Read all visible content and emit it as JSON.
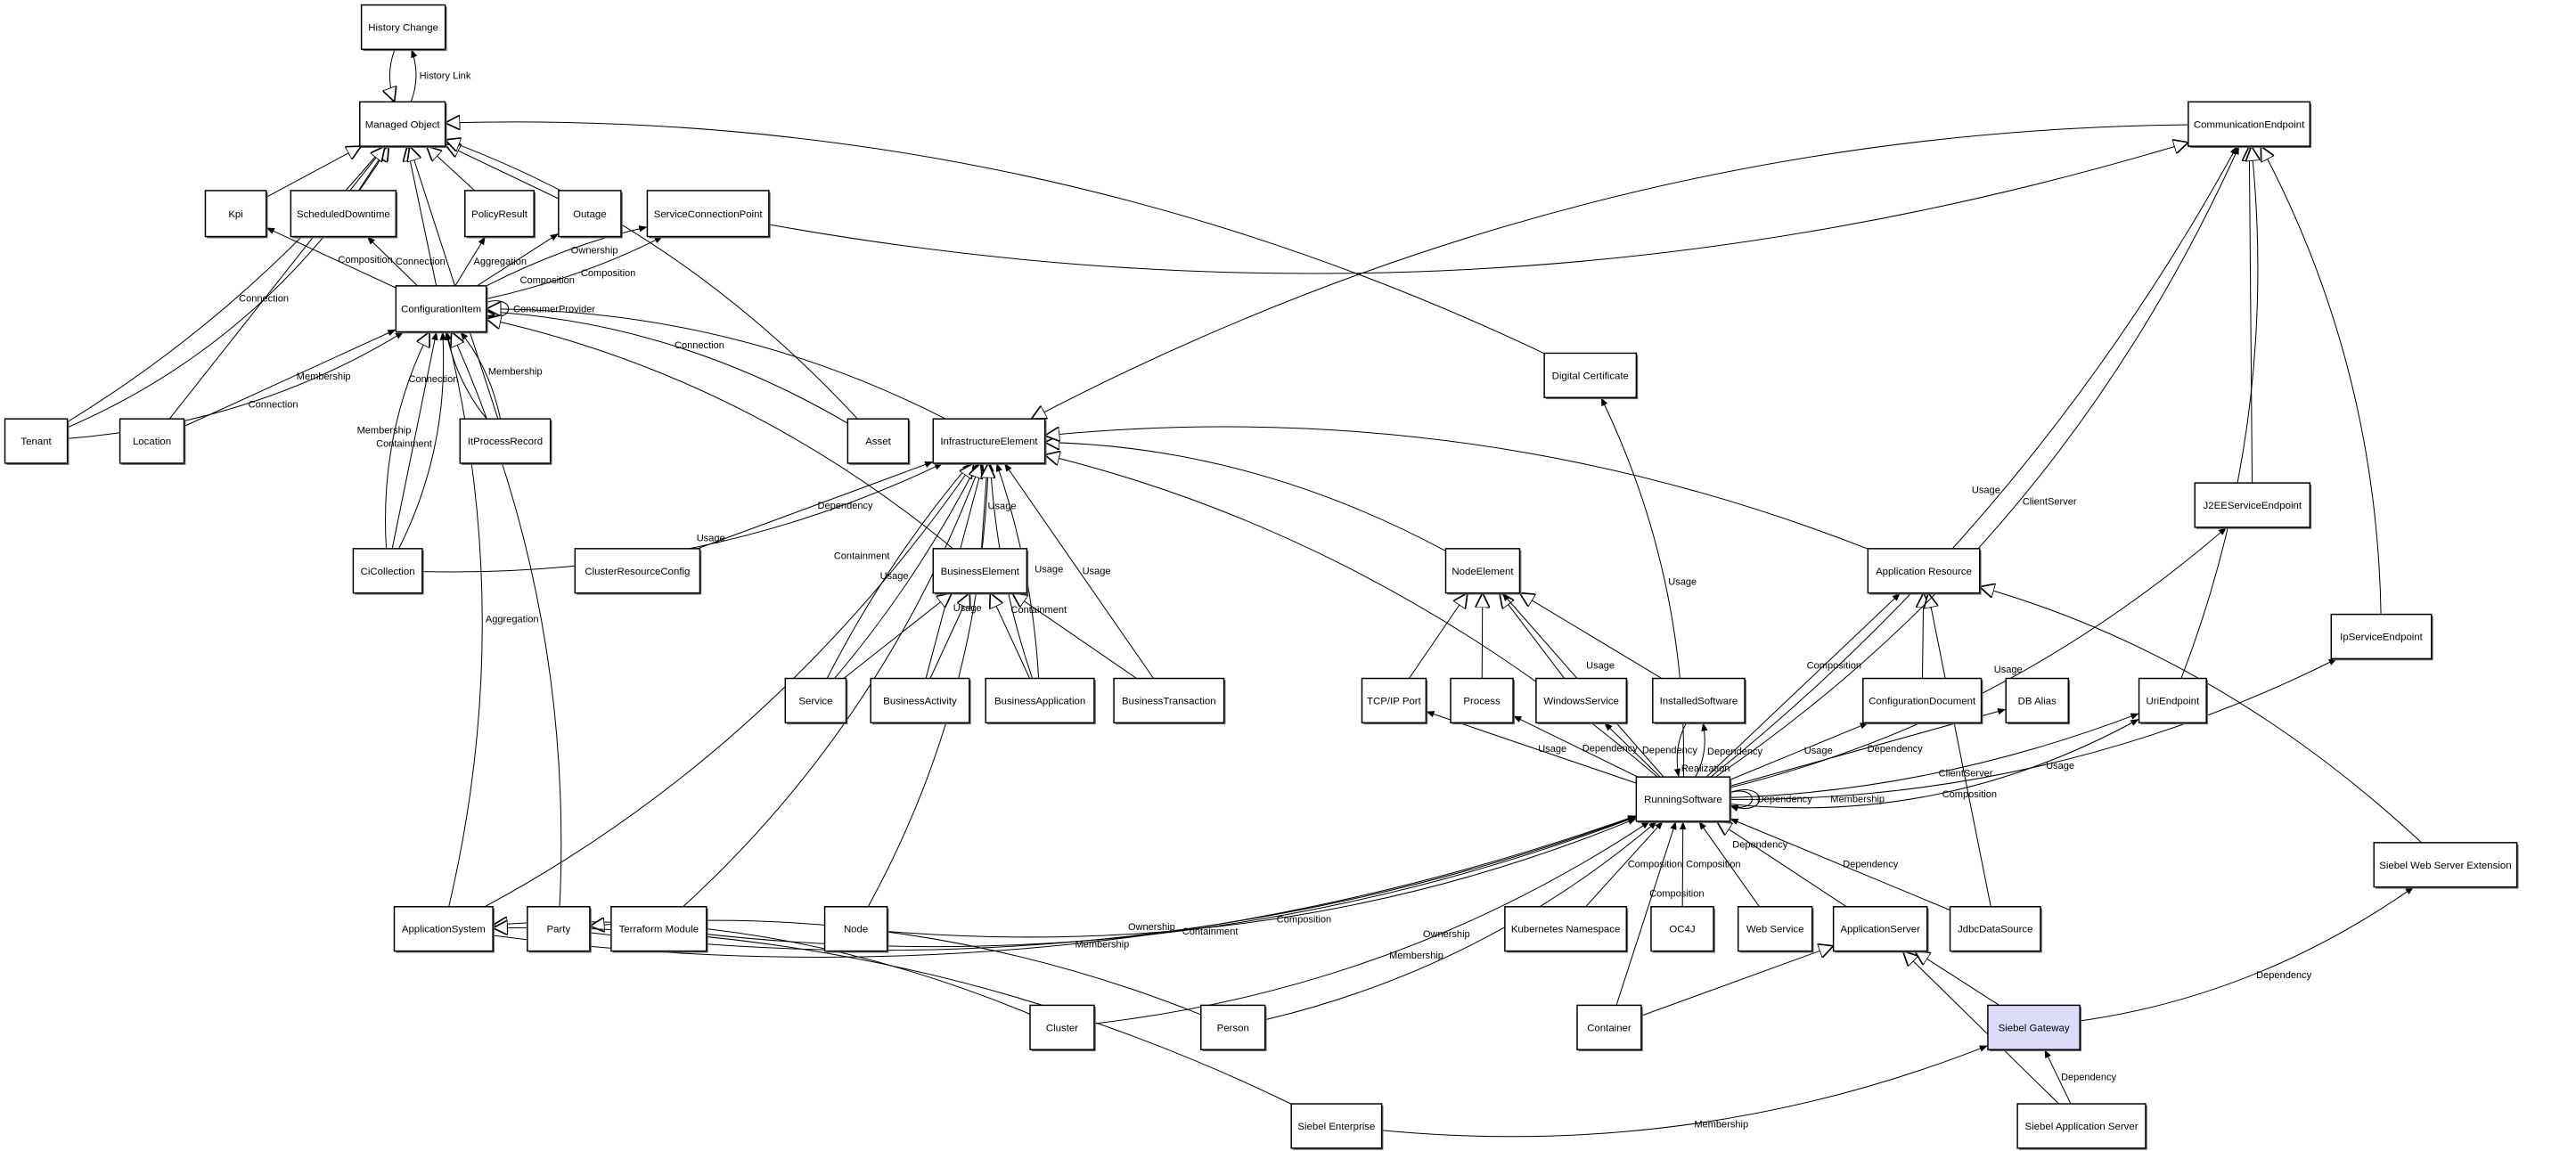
{
  "diagram": {
    "highlight_color": "#dcdcfa",
    "nodes": [
      {
        "id": "hc",
        "label": "History Change"
      },
      {
        "id": "mo",
        "label": "Managed Object"
      },
      {
        "id": "kpi",
        "label": "Kpi"
      },
      {
        "id": "sd",
        "label": "ScheduledDowntime"
      },
      {
        "id": "pr",
        "label": "PolicyResult"
      },
      {
        "id": "out",
        "label": "Outage"
      },
      {
        "id": "scp",
        "label": "ServiceConnectionPoint"
      },
      {
        "id": "ci",
        "label": "ConfigurationItem"
      },
      {
        "id": "ten",
        "label": "Tenant"
      },
      {
        "id": "loc",
        "label": "Location"
      },
      {
        "id": "ipr",
        "label": "ItProcessRecord"
      },
      {
        "id": "asset",
        "label": "Asset"
      },
      {
        "id": "ie",
        "label": "InfrastructureElement"
      },
      {
        "id": "dc",
        "label": "Digital Certificate"
      },
      {
        "id": "ce",
        "label": "CommunicationEndpoint"
      },
      {
        "id": "cic",
        "label": "CiCollection"
      },
      {
        "id": "crc",
        "label": "ClusterResourceConfig"
      },
      {
        "id": "be",
        "label": "BusinessElement"
      },
      {
        "id": "ne",
        "label": "NodeElement"
      },
      {
        "id": "ar",
        "label": "Application Resource"
      },
      {
        "id": "j2ee",
        "label": "J2EEServiceEndpoint"
      },
      {
        "id": "ipse",
        "label": "IpServiceEndpoint"
      },
      {
        "id": "svc",
        "label": "Service"
      },
      {
        "id": "bact",
        "label": "BusinessActivity"
      },
      {
        "id": "bapp",
        "label": "BusinessApplication"
      },
      {
        "id": "btx",
        "label": "BusinessTransaction"
      },
      {
        "id": "tcp",
        "label": "TCP/IP Port"
      },
      {
        "id": "proc",
        "label": "Process"
      },
      {
        "id": "ws",
        "label": "WindowsService"
      },
      {
        "id": "is",
        "label": "InstalledSoftware"
      },
      {
        "id": "cd",
        "label": "ConfigurationDocument"
      },
      {
        "id": "dba",
        "label": "DB Alias"
      },
      {
        "id": "uri",
        "label": "UriEndpoint"
      },
      {
        "id": "rs",
        "label": "RunningSoftware"
      },
      {
        "id": "swse",
        "label": "Siebel Web Server Extension"
      },
      {
        "id": "as",
        "label": "ApplicationSystem"
      },
      {
        "id": "party",
        "label": "Party"
      },
      {
        "id": "tf",
        "label": "Terraform Module"
      },
      {
        "id": "node",
        "label": "Node"
      },
      {
        "id": "k8s",
        "label": "Kubernetes Namespace"
      },
      {
        "id": "oc4j",
        "label": "OC4J"
      },
      {
        "id": "wsv",
        "label": "Web Service"
      },
      {
        "id": "aps",
        "label": "ApplicationServer"
      },
      {
        "id": "jdbc",
        "label": "JdbcDataSource"
      },
      {
        "id": "clu",
        "label": "Cluster"
      },
      {
        "id": "per",
        "label": "Person"
      },
      {
        "id": "cont",
        "label": "Container"
      },
      {
        "id": "sg",
        "label": "Siebel Gateway",
        "highlighted": true
      },
      {
        "id": "se",
        "label": "Siebel Enterprise"
      },
      {
        "id": "sas",
        "label": "Siebel Application Server"
      }
    ],
    "edges": [
      {
        "from": "mo",
        "to": "hc",
        "type": "association",
        "label": "History Link"
      },
      {
        "from": "hc",
        "to": "mo",
        "type": "generalization",
        "label": ""
      },
      {
        "from": "kpi",
        "to": "mo",
        "type": "generalization",
        "label": ""
      },
      {
        "from": "sd",
        "to": "mo",
        "type": "generalization",
        "label": ""
      },
      {
        "from": "pr",
        "to": "mo",
        "type": "generalization",
        "label": ""
      },
      {
        "from": "out",
        "to": "mo",
        "type": "generalization",
        "label": ""
      },
      {
        "from": "ci",
        "to": "mo",
        "type": "generalization",
        "label": ""
      },
      {
        "from": "ten",
        "to": "mo",
        "type": "generalization",
        "label": ""
      },
      {
        "from": "ten",
        "to": "mo",
        "type": "association",
        "label": "Connection"
      },
      {
        "from": "ipr",
        "to": "mo",
        "type": "generalization",
        "label": ""
      },
      {
        "from": "asset",
        "to": "mo",
        "type": "generalization",
        "label": ""
      },
      {
        "from": "dc",
        "to": "mo",
        "type": "generalization",
        "label": ""
      },
      {
        "from": "scp",
        "to": "ce",
        "type": "generalization",
        "label": ""
      },
      {
        "from": "ce",
        "to": "ie",
        "type": "generalization",
        "label": ""
      },
      {
        "from": "ci",
        "to": "kpi",
        "type": "association",
        "label": "Composition"
      },
      {
        "from": "ci",
        "to": "sd",
        "type": "association",
        "label": "Connection"
      },
      {
        "from": "ci",
        "to": "pr",
        "type": "association",
        "label": "Aggregation"
      },
      {
        "from": "ci",
        "to": "out",
        "type": "association",
        "label": "Composition"
      },
      {
        "from": "ci",
        "to": "scp",
        "type": "association",
        "label": "Ownership"
      },
      {
        "from": "ci",
        "to": "scp",
        "type": "association",
        "label": "Composition"
      },
      {
        "from": "ci",
        "to": "ci",
        "type": "association",
        "label": "ConsumerProvider"
      },
      {
        "from": "ten",
        "to": "ci",
        "type": "association",
        "label": "Connection"
      },
      {
        "from": "loc",
        "to": "mo",
        "type": "generalization",
        "label": ""
      },
      {
        "from": "loc",
        "to": "ci",
        "type": "association",
        "label": "Membership"
      },
      {
        "from": "ipr",
        "to": "ci",
        "type": "association",
        "label": "Membership"
      },
      {
        "from": "ipr",
        "to": "ci",
        "type": "association",
        "label": "Connection"
      },
      {
        "from": "cic",
        "to": "ci",
        "type": "association",
        "label": "Containment"
      },
      {
        "from": "cic",
        "to": "ci",
        "type": "association",
        "label": "Membership"
      },
      {
        "from": "cic",
        "to": "ci",
        "type": "generalization",
        "label": ""
      },
      {
        "from": "asset",
        "to": "ci",
        "type": "association",
        "label": "Connection"
      },
      {
        "from": "ie",
        "to": "ci",
        "type": "generalization",
        "label": ""
      },
      {
        "from": "be",
        "to": "ci",
        "type": "generalization",
        "label": ""
      },
      {
        "from": "party",
        "to": "ci",
        "type": "generalization",
        "label": ""
      },
      {
        "from": "as",
        "to": "ci",
        "type": "association",
        "label": "Aggregation"
      },
      {
        "from": "cic",
        "to": "ie",
        "type": "association",
        "label": "Usage"
      },
      {
        "from": "crc",
        "to": "ie",
        "type": "association",
        "label": "Dependency"
      },
      {
        "from": "svc",
        "to": "ie",
        "type": "association",
        "label": "Usage"
      },
      {
        "from": "svc",
        "to": "ie",
        "type": "association",
        "label": "Containment"
      },
      {
        "from": "be",
        "to": "ie",
        "type": "association",
        "label": "Usage"
      },
      {
        "from": "bact",
        "to": "ie",
        "type": "association",
        "label": "Usage"
      },
      {
        "from": "bapp",
        "to": "ie",
        "type": "association",
        "label": "Containment"
      },
      {
        "from": "bapp",
        "to": "ie",
        "type": "association",
        "label": "Usage"
      },
      {
        "from": "btx",
        "to": "ie",
        "type": "association",
        "label": "Usage"
      },
      {
        "from": "svc",
        "to": "be",
        "type": "generalization",
        "label": ""
      },
      {
        "from": "bact",
        "to": "be",
        "type": "generalization",
        "label": ""
      },
      {
        "from": "bapp",
        "to": "be",
        "type": "generalization",
        "label": ""
      },
      {
        "from": "btx",
        "to": "be",
        "type": "generalization",
        "label": ""
      },
      {
        "from": "ne",
        "to": "ie",
        "type": "generalization",
        "label": ""
      },
      {
        "from": "ar",
        "to": "ie",
        "type": "generalization",
        "label": ""
      },
      {
        "from": "rs",
        "to": "ie",
        "type": "generalization",
        "label": ""
      },
      {
        "from": "as",
        "to": "ie",
        "type": "generalization",
        "label": ""
      },
      {
        "from": "tf",
        "to": "ie",
        "type": "generalization",
        "label": ""
      },
      {
        "from": "node",
        "to": "ie",
        "type": "generalization",
        "label": ""
      },
      {
        "from": "tcp",
        "to": "ne",
        "type": "generalization",
        "label": ""
      },
      {
        "from": "proc",
        "to": "ne",
        "type": "generalization",
        "label": ""
      },
      {
        "from": "ws",
        "to": "ne",
        "type": "generalization",
        "label": ""
      },
      {
        "from": "is",
        "to": "ne",
        "type": "generalization",
        "label": ""
      },
      {
        "from": "cd",
        "to": "ar",
        "type": "generalization",
        "label": ""
      },
      {
        "from": "jdbc",
        "to": "ar",
        "type": "generalization",
        "label": ""
      },
      {
        "from": "swse",
        "to": "ar",
        "type": "generalization",
        "label": ""
      },
      {
        "from": "j2ee",
        "to": "ce",
        "type": "generalization",
        "label": ""
      },
      {
        "from": "ipse",
        "to": "ce",
        "type": "generalization",
        "label": ""
      },
      {
        "from": "uri",
        "to": "ce",
        "type": "generalization",
        "label": ""
      },
      {
        "from": "rs",
        "to": "ne",
        "type": "association",
        "label": "Usage"
      },
      {
        "from": "rs",
        "to": "tcp",
        "type": "association",
        "label": "Usage"
      },
      {
        "from": "rs",
        "to": "proc",
        "type": "association",
        "label": "Dependency"
      },
      {
        "from": "rs",
        "to": "ws",
        "type": "association",
        "label": "Dependency"
      },
      {
        "from": "rs",
        "to": "is",
        "type": "association",
        "label": "Dependency"
      },
      {
        "from": "is",
        "to": "rs",
        "type": "association",
        "label": "Realization"
      },
      {
        "from": "rs",
        "to": "ar",
        "type": "association",
        "label": "Composition"
      },
      {
        "from": "rs",
        "to": "cd",
        "type": "association",
        "label": "Usage"
      },
      {
        "from": "rs",
        "to": "dba",
        "type": "association",
        "label": "Dependency"
      },
      {
        "from": "rs",
        "to": "uri",
        "type": "association",
        "label": "ClientServer"
      },
      {
        "from": "rs",
        "to": "uri",
        "type": "association",
        "label": "Composition"
      },
      {
        "from": "rs",
        "to": "j2ee",
        "type": "association",
        "label": "Usage"
      },
      {
        "from": "rs",
        "to": "ipse",
        "type": "association",
        "label": "Usage"
      },
      {
        "from": "rs",
        "to": "ce",
        "type": "association",
        "label": "ClientServer"
      },
      {
        "from": "rs",
        "to": "ce",
        "type": "association",
        "label": "Usage"
      },
      {
        "from": "rs",
        "to": "dc",
        "type": "association",
        "label": "Usage"
      },
      {
        "from": "rs",
        "to": "rs",
        "type": "association",
        "label": "Dependency"
      },
      {
        "from": "rs",
        "to": "rs",
        "type": "association",
        "label": "Membership"
      },
      {
        "from": "as",
        "to": "rs",
        "type": "association",
        "label": "Membership"
      },
      {
        "from": "party",
        "to": "rs",
        "type": "association",
        "label": "Ownership"
      },
      {
        "from": "tf",
        "to": "rs",
        "type": "association",
        "label": "Containment"
      },
      {
        "from": "node",
        "to": "rs",
        "type": "association",
        "label": "Composition"
      },
      {
        "from": "clu",
        "to": "rs",
        "type": "association",
        "label": "Membership"
      },
      {
        "from": "per",
        "to": "rs",
        "type": "association",
        "label": "Ownership"
      },
      {
        "from": "cont",
        "to": "rs",
        "type": "association",
        "label": "Composition"
      },
      {
        "from": "k8s",
        "to": "rs",
        "type": "association",
        "label": "Composition"
      },
      {
        "from": "oc4j",
        "to": "rs",
        "type": "association",
        "label": "Composition"
      },
      {
        "from": "wsv",
        "to": "rs",
        "type": "association",
        "label": "Dependency"
      },
      {
        "from": "aps",
        "to": "rs",
        "type": "generalization",
        "label": ""
      },
      {
        "from": "jdbc",
        "to": "rs",
        "type": "association",
        "label": "Dependency"
      },
      {
        "from": "cont",
        "to": "aps",
        "type": "generalization",
        "label": ""
      },
      {
        "from": "sg",
        "to": "aps",
        "type": "generalization",
        "label": ""
      },
      {
        "from": "sas",
        "to": "aps",
        "type": "generalization",
        "label": ""
      },
      {
        "from": "sg",
        "to": "swse",
        "type": "association",
        "label": "Dependency"
      },
      {
        "from": "se",
        "to": "sg",
        "type": "association",
        "label": "Membership"
      },
      {
        "from": "sas",
        "to": "sg",
        "type": "association",
        "label": "Dependency"
      },
      {
        "from": "clu",
        "to": "as",
        "type": "generalization",
        "label": ""
      },
      {
        "from": "per",
        "to": "party",
        "type": "generalization",
        "label": ""
      },
      {
        "from": "se",
        "to": "as",
        "type": "generalization",
        "label": ""
      }
    ]
  }
}
